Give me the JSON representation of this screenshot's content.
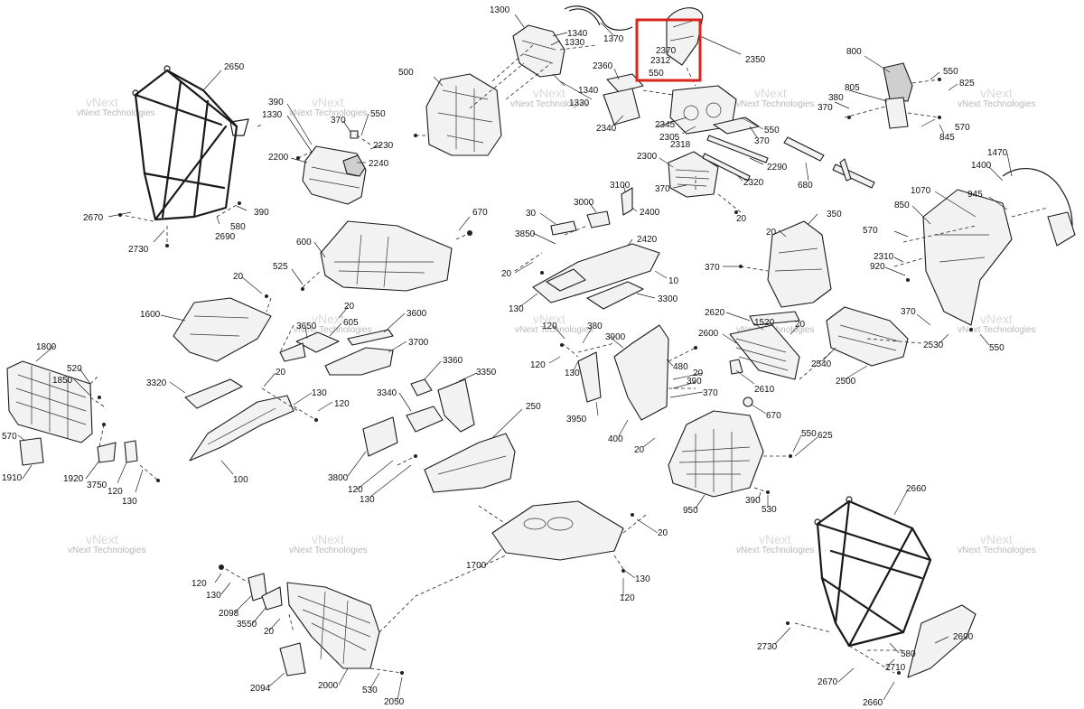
{
  "watermark": {
    "line1": "vNext",
    "line2": "Technologies",
    "full": "vNext Technologies"
  },
  "highlight": {
    "color": "#d9261c",
    "covers": [
      "2370",
      "2312",
      "550"
    ]
  },
  "labels": {
    "l2650a": "2650",
    "l2670a": "2670",
    "l2730a": "2730",
    "l2690a": "2690",
    "l580a": "580",
    "l390a": "390",
    "l390b": "390",
    "l1330a": "1330",
    "l370a": "370",
    "l550a": "550",
    "l2230": "2230",
    "l2240": "2240",
    "l2200": "2200",
    "l500": "500",
    "l1300": "1300",
    "l1340a": "1340",
    "l1330b": "1330",
    "l1370": "1370",
    "l1340b": "1340",
    "l1330c": "1330",
    "l2360": "2360",
    "l2340": "2340",
    "l2370": "2370",
    "l2312": "2312",
    "l550b": "550",
    "l2350": "2350",
    "l2345": "2345",
    "l2305": "2305",
    "l2318": "2318",
    "l550c": "550",
    "l370b": "370",
    "l2290": "2290",
    "l2320": "2320",
    "l2300": "2300",
    "l370c": "370",
    "l20a": "20",
    "l800": "800",
    "l550d": "550",
    "l825": "825",
    "l805": "805",
    "l380a": "380",
    "l370d": "370",
    "l570a": "570",
    "l845": "845",
    "l680": "680",
    "l1470": "1470",
    "l1400": "1400",
    "l1070": "1070",
    "l945": "945",
    "l850": "850",
    "l570b": "570",
    "l2310": "2310",
    "l920": "920",
    "l370e": "370",
    "l2530": "2530",
    "l550e": "550",
    "l350": "350",
    "l20b": "20",
    "l370f": "370",
    "l600": "600",
    "l670a": "670",
    "l525": "525",
    "l3100": "3100",
    "l3000": "3000",
    "l30": "30",
    "l2400": "2400",
    "l2420": "2420",
    "l3850": "3850",
    "l20c": "20",
    "l10": "10",
    "l130a": "130",
    "l3300": "3300",
    "l1600": "1600",
    "l20d": "20",
    "l3650": "3650",
    "l605": "605",
    "l20e": "20",
    "l3600": "3600",
    "l3700": "3700",
    "l1800": "1800",
    "l520": "520",
    "l1850": "1850",
    "l570c": "570",
    "l1910": "1910",
    "l1920": "1920",
    "l3750": "3750",
    "l120a": "120",
    "l130b": "130",
    "l3320": "3320",
    "l20f": "20",
    "l130c": "130",
    "l120b": "120",
    "l100": "100",
    "l3340": "3340",
    "l3360": "3360",
    "l3350": "3350",
    "l3800": "3800",
    "l120c": "120",
    "l130d": "130",
    "l250": "250",
    "l120d": "120",
    "l380b": "380",
    "l3900": "3900",
    "l120e": "120",
    "l130e": "130",
    "l480": "480",
    "l3950": "3950",
    "l400": "400",
    "l20g": "20",
    "l390c": "390",
    "l20h": "20",
    "l370g": "370",
    "l2620": "2620",
    "l1520": "1520",
    "l20i": "20",
    "l2600": "2600",
    "l2610": "2610",
    "l2540": "2540",
    "l2500": "2500",
    "l670b": "670",
    "l550f": "550",
    "l625": "625",
    "l950": "950",
    "l390d": "390",
    "l530a": "530",
    "l1700": "1700",
    "l20j": "20",
    "l130f": "130",
    "l120f": "120",
    "l120g": "120",
    "l130g": "130",
    "l2098": "2098",
    "l3550": "3550",
    "l20k": "20",
    "l2094": "2094",
    "l2000": "2000",
    "l530b": "530",
    "l2050": "2050",
    "l2660a": "2660",
    "l2730b": "2730",
    "l580b": "580",
    "l2690b": "2690",
    "l2710": "2710",
    "l2670b": "2670",
    "l2660b": "2660"
  }
}
